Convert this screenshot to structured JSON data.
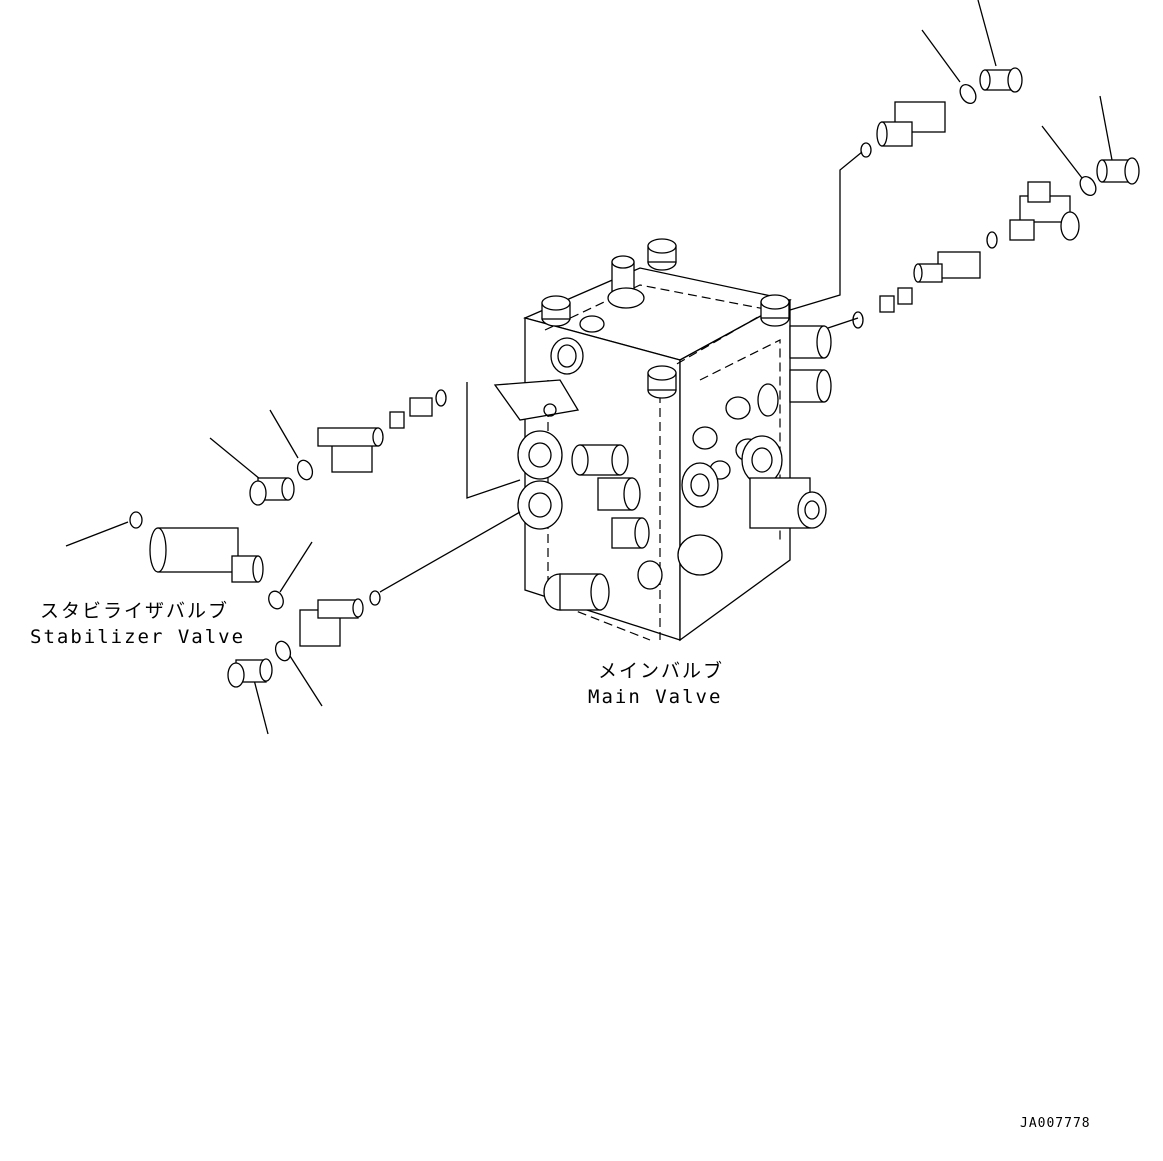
{
  "labels": {
    "stabilizer_valve_jp": "スタビライザバルブ",
    "stabilizer_valve_en": "Stabilizer Valve",
    "main_valve_jp": "メインバルブ",
    "main_valve_en": "Main Valve"
  },
  "reference_code": "JA007778",
  "colors": {
    "line": "#000000",
    "background": "#ffffff"
  }
}
